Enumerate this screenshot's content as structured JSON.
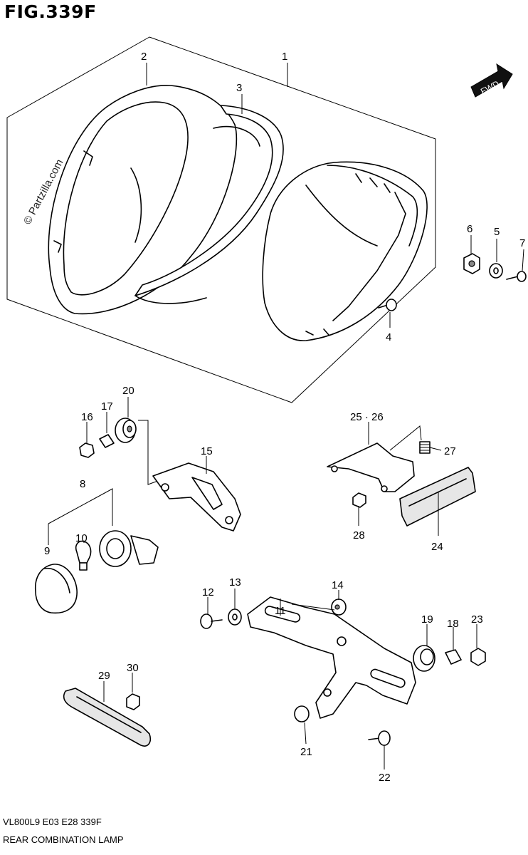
{
  "figure": {
    "title": "FIG.339F",
    "watermark": "© Partzilla.com",
    "fwd_label": "FWD",
    "footer_code": "VL800L9  E03  E28  339F",
    "footer_name": "REAR COMBINATION LAMP"
  },
  "callouts": [
    "1",
    "2",
    "3",
    "4",
    "5",
    "6",
    "7",
    "8",
    "9",
    "10",
    "11",
    "12",
    "13",
    "14",
    "15",
    "16",
    "17",
    "18",
    "19",
    "20",
    "21",
    "22",
    "23",
    "24",
    "25 · 26",
    "27",
    "28",
    "29",
    "30"
  ]
}
